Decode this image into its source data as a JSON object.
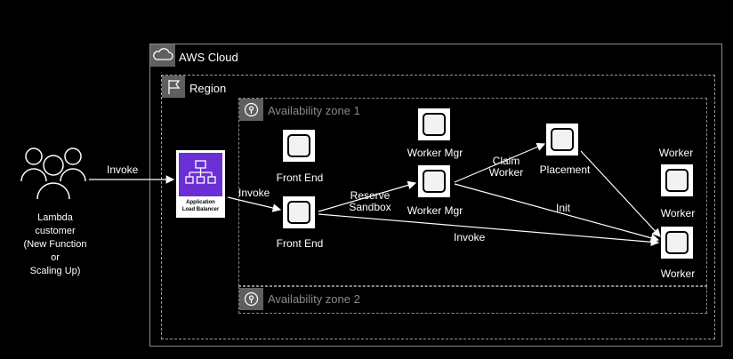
{
  "cloud": {
    "title": "AWS Cloud"
  },
  "region": {
    "title": "Region"
  },
  "zones": {
    "az1": "Availability zone 1",
    "az2": "Availability zone 2"
  },
  "customer": {
    "lines": [
      "Lambda",
      "customer",
      "(New Function",
      "or",
      "Scaling Up)"
    ]
  },
  "alb": {
    "line1": "Application",
    "line2": "Load Balancer"
  },
  "nodes": {
    "front_end_top": "Front End",
    "front_end_bottom": "Front End",
    "worker_mgr_top": "Worker Mgr",
    "worker_mgr_bottom": "Worker Mgr",
    "placement": "Placement",
    "worker_top_label": "Worker",
    "worker_mid_label": "Worker",
    "worker_bottom": "Worker"
  },
  "edges": {
    "invoke_customer": "Invoke",
    "invoke_alb": "Invoke",
    "reserve_line1": "Reserve",
    "reserve_line2": "Sandbox",
    "claim_line1": "Claim",
    "claim_line2": "Worker",
    "init": "Init",
    "invoke_worker": "Invoke"
  },
  "colors": {
    "background": "#000000",
    "container_header": "#5f5f5f",
    "alb_icon": "#6b2fd6",
    "zone_text": "#8a8a8a"
  }
}
